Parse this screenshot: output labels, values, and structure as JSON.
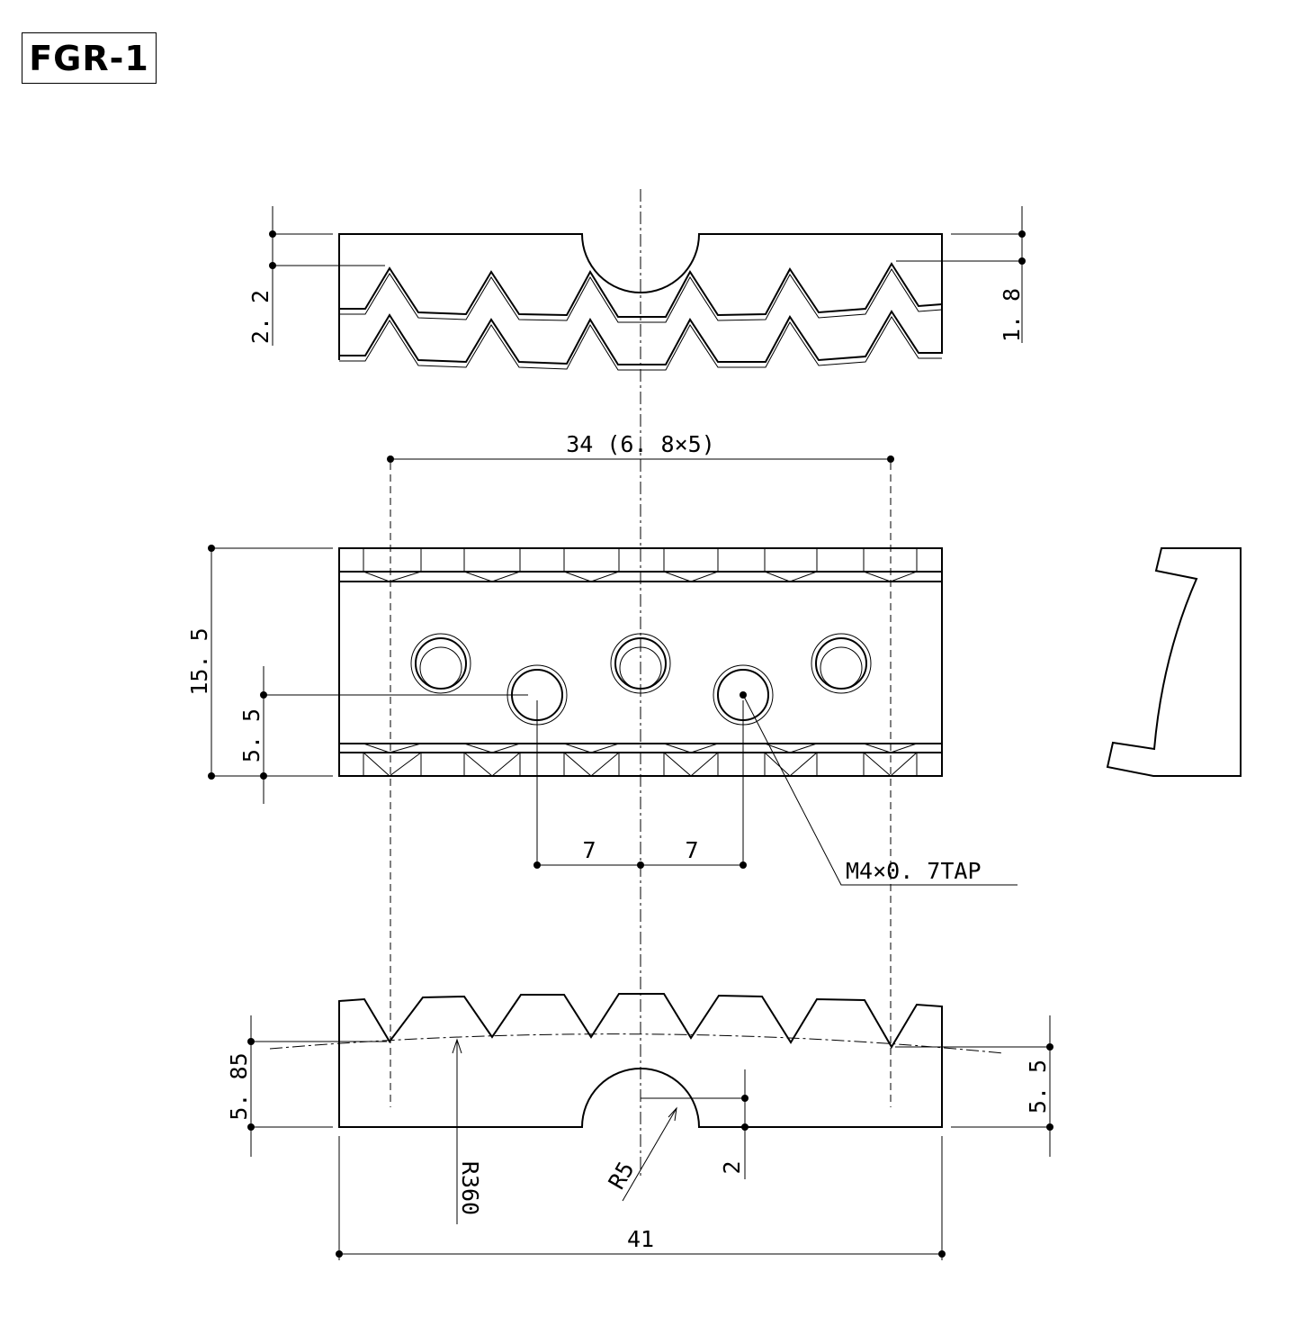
{
  "title": "FGR-1",
  "dimensions": {
    "top_left_height": "2. 2",
    "top_right_height": "1. 8",
    "pitch": "34 (6. 8×5)",
    "overall_height": "15. 5",
    "hole_offset": "5. 5",
    "spacing_left": "7",
    "spacing_right": "7",
    "tap": "M4×0. 7TAP",
    "left_height": "5. 85",
    "right_height": "5. 5",
    "arc_radius": "R360",
    "notch_radius": "R5",
    "notch_depth": "2",
    "overall_width": "41"
  }
}
